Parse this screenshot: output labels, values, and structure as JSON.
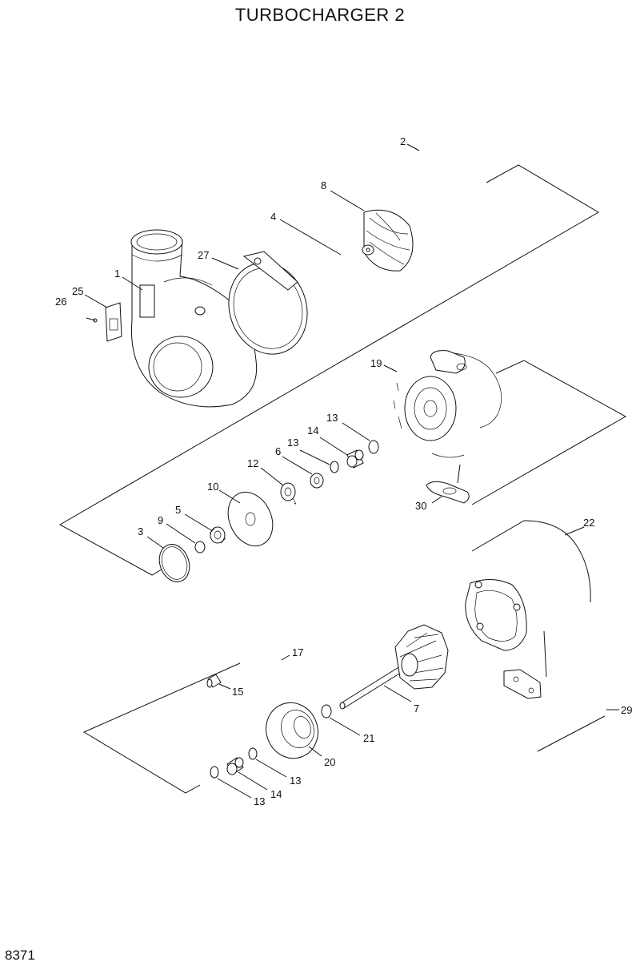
{
  "title": "TURBOCHARGER 2",
  "page_code": "8371",
  "callouts": [
    {
      "id": "c2",
      "text": "2"
    },
    {
      "id": "c8",
      "text": "8"
    },
    {
      "id": "c4",
      "text": "4"
    },
    {
      "id": "c27",
      "text": "27"
    },
    {
      "id": "c1",
      "text": "1"
    },
    {
      "id": "c25",
      "text": "25"
    },
    {
      "id": "c26",
      "text": "26"
    },
    {
      "id": "c19",
      "text": "19"
    },
    {
      "id": "c13a",
      "text": "13"
    },
    {
      "id": "c14a",
      "text": "14"
    },
    {
      "id": "c13b",
      "text": "13"
    },
    {
      "id": "c6",
      "text": "6"
    },
    {
      "id": "c12",
      "text": "12"
    },
    {
      "id": "c10",
      "text": "10"
    },
    {
      "id": "c5",
      "text": "5"
    },
    {
      "id": "c9",
      "text": "9"
    },
    {
      "id": "c3",
      "text": "3"
    },
    {
      "id": "c30",
      "text": "30"
    },
    {
      "id": "c22",
      "text": "22"
    },
    {
      "id": "c17",
      "text": "17"
    },
    {
      "id": "c15",
      "text": "15"
    },
    {
      "id": "c7",
      "text": "7"
    },
    {
      "id": "c21",
      "text": "21"
    },
    {
      "id": "c20",
      "text": "20"
    },
    {
      "id": "c13c",
      "text": "13"
    },
    {
      "id": "c14b",
      "text": "14"
    },
    {
      "id": "c13d",
      "text": "13"
    },
    {
      "id": "c29",
      "text": "29"
    }
  ]
}
